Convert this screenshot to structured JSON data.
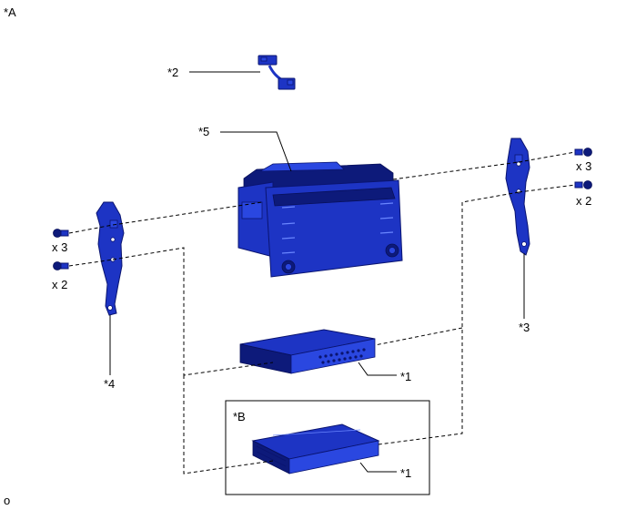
{
  "labels": {
    "view_a": "*A",
    "view_b": "*B",
    "part1_upper": "*1",
    "part1_lower": "*1",
    "part2": "*2",
    "part3": "*3",
    "part4": "*4",
    "part5": "*5",
    "qty_left_upper": "x 3",
    "qty_left_lower": "x 2",
    "qty_right_upper": "x 3",
    "qty_right_lower": "x 2",
    "corner_mark": "o"
  },
  "colors": {
    "part_fill": "#1d34c4",
    "part_outline": "#0a1470",
    "line": "#000000"
  }
}
